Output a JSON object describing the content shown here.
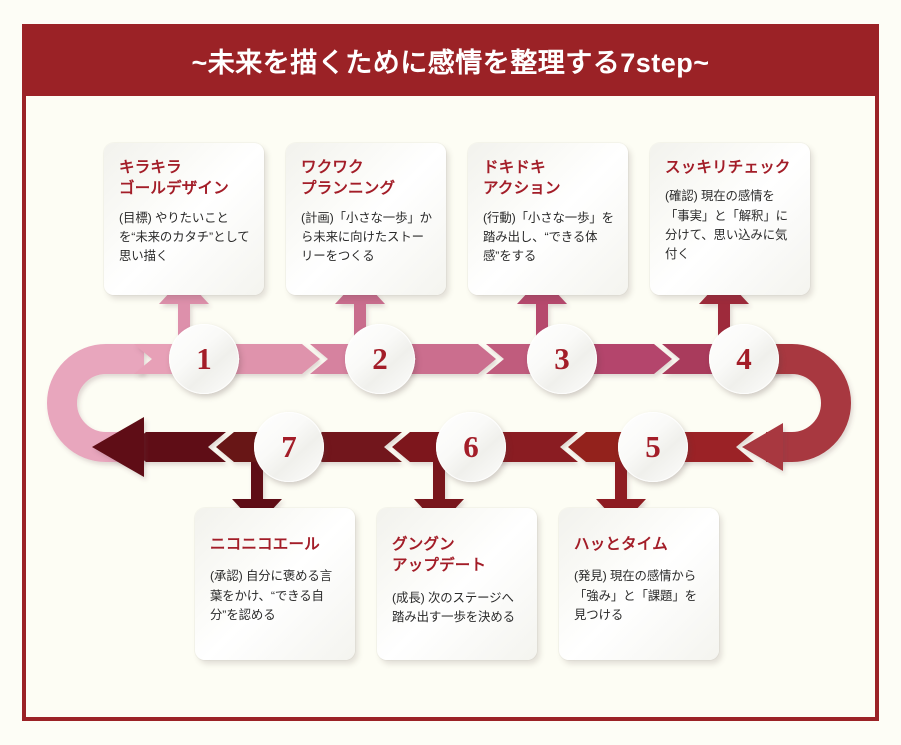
{
  "header": {
    "title": "~未来を描くために感情を整理する7step~",
    "band_color": "#9b2226",
    "text_color": "#ffffff"
  },
  "frame": {
    "border_color": "#9b2226",
    "background_color": "#fdfdf4"
  },
  "palette": {
    "title_red": "#a31d28",
    "body_text": "#2a2a2a",
    "arrow_top": [
      "#e39bb4",
      "#dd90ab",
      "#d07e9c",
      "#c7698b",
      "#bb5479",
      "#b14068",
      "#a8304f"
    ],
    "arrow_bottom": [
      "#9b2226",
      "#8a1d21",
      "#7a181c",
      "#6b1414",
      "#5c1010"
    ],
    "loop_left": "#e8a6bd",
    "loop_right": "#a8373f"
  },
  "steps": [
    {
      "number": "1",
      "title": "キラキラ\nゴールデザイン",
      "body": "(目標) やりたいことを“未来のカタチ”として思い描く",
      "row": "top"
    },
    {
      "number": "2",
      "title": "ワクワク\nプランニング",
      "body": "(計画)「小さな一歩」から未来に向けたストーリーをつくる",
      "row": "top"
    },
    {
      "number": "3",
      "title": "ドキドキ\nアクション",
      "body": "(行動)「小さな一歩」を踏み出し、“できる体感”をする",
      "row": "top"
    },
    {
      "number": "4",
      "title": "スッキリチェック",
      "body": "(確認) 現在の感情を「事実」と「解釈」に分けて、思い込みに気付く",
      "row": "top"
    },
    {
      "number": "5",
      "title": "ハッとタイム",
      "body": "(発見) 現在の感情から「強み」と「課題」を見つける",
      "row": "bottom"
    },
    {
      "number": "6",
      "title": "グングン\nアップデート",
      "body": "(成長) 次のステージへ踏み出す一歩を決める",
      "row": "bottom"
    },
    {
      "number": "7",
      "title": "ニコニコエール",
      "body": "(承認) 自分に褒める言葉をかけ、“できる自分”を認める",
      "row": "bottom"
    }
  ]
}
